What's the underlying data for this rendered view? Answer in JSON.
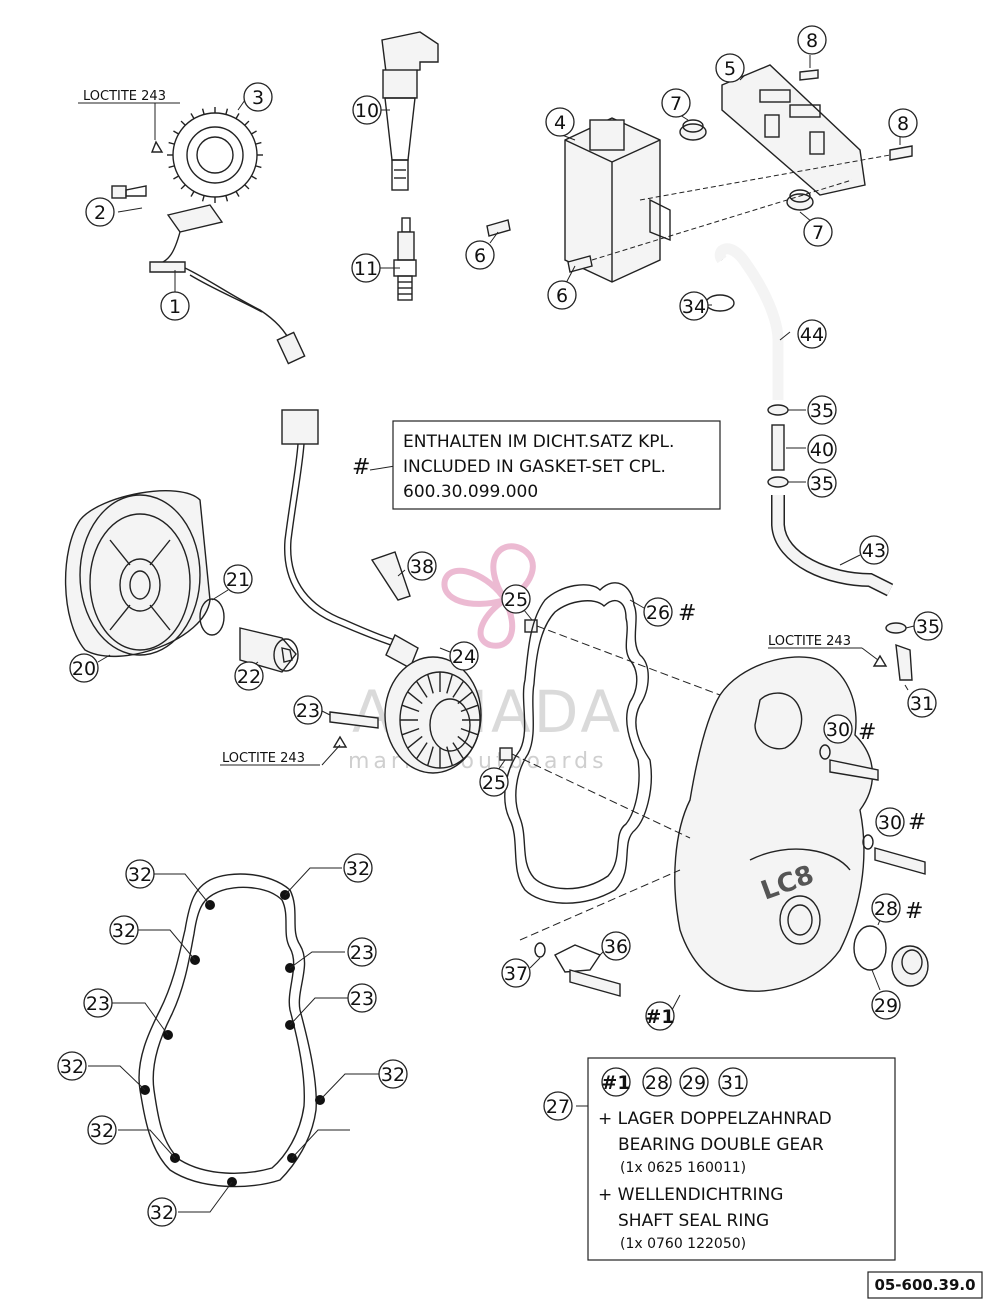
{
  "drawing_number": "05-600.39.0",
  "loctite_label": "LOCTITE 243",
  "hash_symbol": "#",
  "gasket_note": {
    "symbol": "#",
    "line1": "ENTHALTEN IM DICHT.SATZ KPL.",
    "line2": "INCLUDED IN GASKET-SET CPL.",
    "line3": "600.30.099.000"
  },
  "kit_box": {
    "ref": "27",
    "refs": [
      "#1",
      "28",
      "29",
      "31"
    ],
    "item1_de": "+ LAGER DOPPELZAHNRAD",
    "item1_en": "BEARING DOUBLE GEAR",
    "item1_qty": "(1x 0625 160011)",
    "item2_de": "+ WELLENDICHTRING",
    "item2_en": "SHAFT SEAL RING",
    "item2_qty": "(1x 0760 122050)"
  },
  "cover_text": "LC8",
  "watermark": {
    "main": "ARMADA",
    "sub": "marine outboards",
    "color": "#e6a3c4"
  },
  "callouts": [
    "1",
    "2",
    "3",
    "4",
    "5",
    "6",
    "6",
    "7",
    "7",
    "8",
    "8",
    "10",
    "11",
    "20",
    "21",
    "22",
    "23",
    "23",
    "23",
    "23",
    "24",
    "25",
    "25",
    "26",
    "27",
    "28",
    "29",
    "30",
    "30",
    "31",
    "32",
    "32",
    "32",
    "32",
    "32",
    "32",
    "32",
    "34",
    "35",
    "35",
    "35",
    "36",
    "37",
    "38",
    "40",
    "43",
    "44",
    "#1"
  ]
}
